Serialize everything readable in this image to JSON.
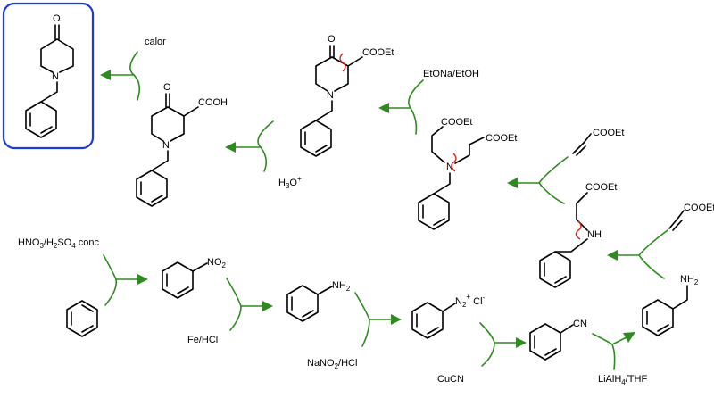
{
  "colors": {
    "arrow": "#2e8b1f",
    "highlight_box": "#1a3bd6",
    "bond_cut": "#e0201a",
    "bond": "#000000"
  },
  "reagents": {
    "calor": "calor",
    "etona": "EtONa/EtOH",
    "h3o": "H3O+",
    "nitration": "HNO3/H2SO4 conc",
    "fe_hcl": "Fe/HCl",
    "diazotization": "NaNO2/HCl",
    "cucn": "CuCN",
    "lialh4": "LiAlH4/THF"
  },
  "atoms": {
    "oxygen": "O",
    "nitrogen": "N",
    "cooh": "COOH",
    "cooet": "COOEt",
    "nh": "NH",
    "nh2": "NH2",
    "no2": "NO2",
    "cn": "CN",
    "diazonium": "N2+Cl-"
  }
}
